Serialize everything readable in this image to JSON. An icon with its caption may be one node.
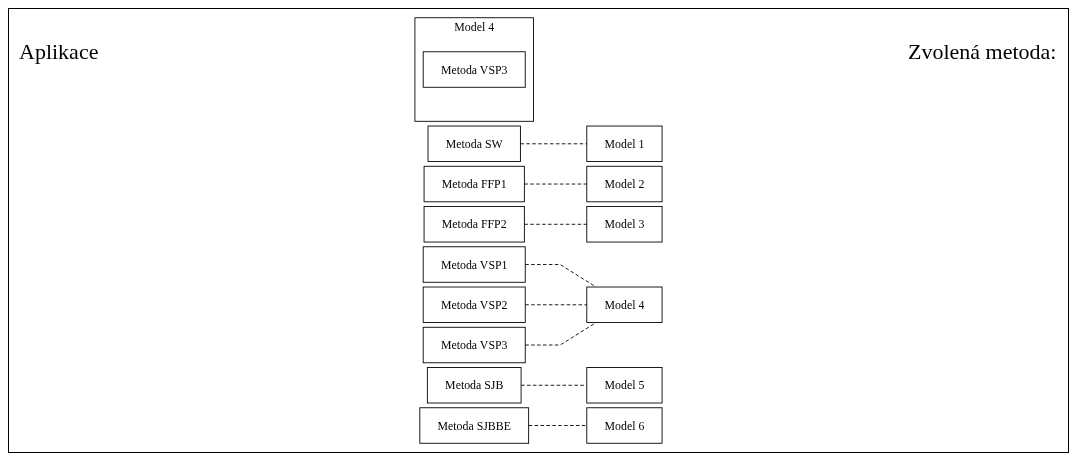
{
  "diagram": {
    "nodes": [
      {
        "text": [
          "Metoda SW"
        ]
      },
      {
        "text": [
          "Metoda FFP1"
        ]
      },
      {
        "text": [
          "Metoda FFP2"
        ]
      },
      {
        "text": [
          "Metoda VSP1"
        ]
      },
      {
        "text": [
          "Metoda VSP2"
        ]
      },
      {
        "text": [
          "Metoda VSP3"
        ]
      },
      {
        "text": [
          "Metoda SJB"
        ]
      },
      {
        "text": [
          "Metoda SJBBE"
        ]
      },
      {
        "text": [
          "Model 1"
        ]
      },
      {
        "text": [
          "Model 2"
        ]
      },
      {
        "text": [
          "Model 3"
        ]
      },
      {
        "text": [
          "Model 4"
        ]
      },
      {
        "text": [
          "Model 5"
        ]
      },
      {
        "text": [
          "Model 6"
        ]
      },
      {
        "text": [
          "Model 4"
        ]
      },
      {
        "text": [
          "Metoda VSP3"
        ],
        "in": 14
      }
    ],
    "edges": [
      {
        "from": 0,
        "to": 8,
        "arrow": "none",
        "style": "dashed"
      },
      {
        "from": 1,
        "to": 9,
        "arrow": "none",
        "style": "dashed"
      },
      {
        "from": 2,
        "to": 10,
        "arrow": "none",
        "style": "dashed"
      },
      {
        "from": 3,
        "to": 11,
        "arrow": "none",
        "style": "dashed"
      },
      {
        "from": 4,
        "to": 11,
        "arrow": "none",
        "style": "dashed"
      },
      {
        "from": 5,
        "to": 11,
        "arrow": "none",
        "style": "dashed"
      },
      {
        "from": 6,
        "to": 12,
        "arrow": "none",
        "style": "dashed"
      },
      {
        "from": 7,
        "to": 13,
        "arrow": "none",
        "style": "dashed"
      }
    ],
    "labels": [
      "Aplikace",
      "Zvolená metoda:"
    ]
  }
}
